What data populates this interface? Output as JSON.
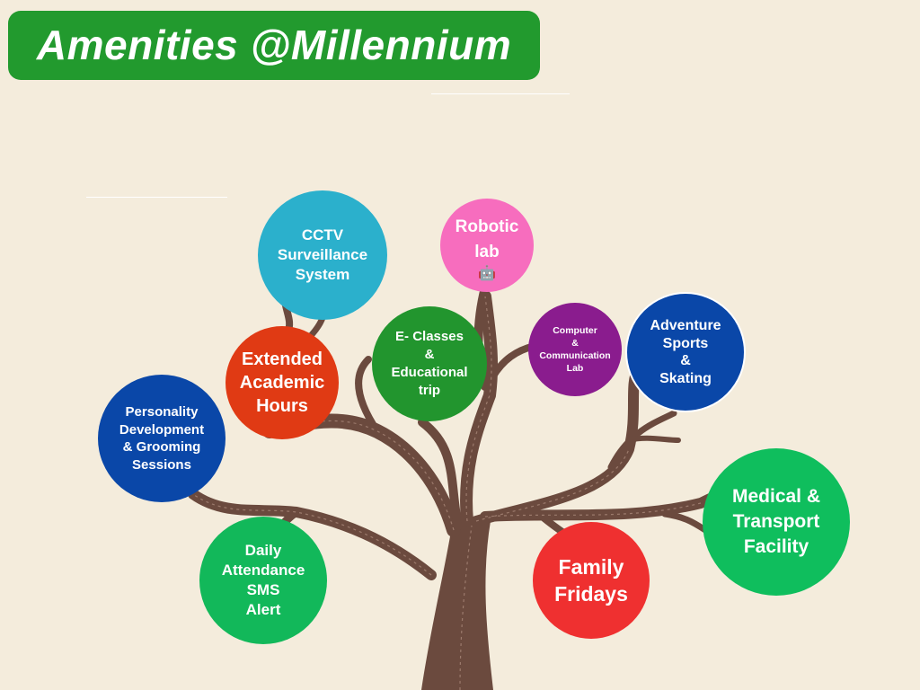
{
  "title": "Amenities @Millennium",
  "colors": {
    "background": "#f4ecdc",
    "title_bg": "#229a2e",
    "trunk": "#6b4a3e"
  },
  "amenities": [
    {
      "id": "cctv",
      "label": "CCTV\nSurveillance\nSystem",
      "color": "#2bb0cc"
    },
    {
      "id": "robotic",
      "label": "Robotic\nlab",
      "icon": "robot-icon",
      "icon_glyph": "🤖",
      "color": "#f76dbe"
    },
    {
      "id": "extended",
      "label": "Extended\nAcademic\nHours",
      "color": "#e03a14"
    },
    {
      "id": "eclasses",
      "label": "E- Classes\n&\nEducational\ntrip",
      "color": "#22952e"
    },
    {
      "id": "computer",
      "label": "Computer\n&\nCommunication\nLab",
      "color": "#8a1c8e"
    },
    {
      "id": "adventure",
      "label": "Adventure\nSports\n&\nSkating",
      "color": "#0a47a8"
    },
    {
      "id": "personality",
      "label": "Personality\nDevelopment\n& Grooming\nSessions",
      "color": "#0a47a8"
    },
    {
      "id": "attendance",
      "label": "Daily\nAttendance\nSMS\nAlert",
      "color": "#12b85a"
    },
    {
      "id": "family",
      "label": "Family\nFridays",
      "color": "#ef3030"
    },
    {
      "id": "medical",
      "label": "Medical &\nTransport\nFacility",
      "color": "#0fbe5d"
    }
  ]
}
